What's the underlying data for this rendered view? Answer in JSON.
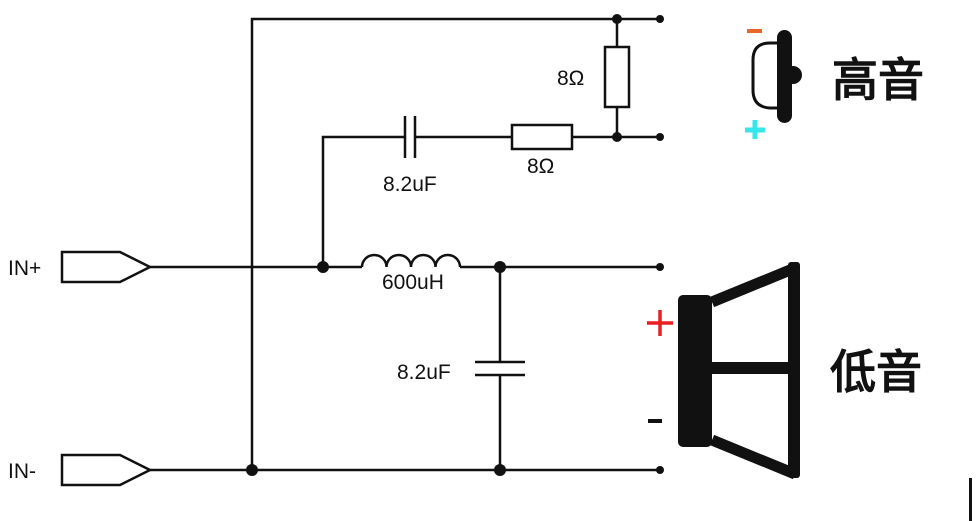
{
  "inputs": {
    "positive": "IN+",
    "negative": "IN-"
  },
  "components": {
    "tweeter_shunt_resistor": "8Ω",
    "tweeter_series_capacitor": "8.2uF",
    "tweeter_series_resistor": "8Ω",
    "woofer_inductor": "600uH",
    "woofer_shunt_capacitor": "8.2uF"
  },
  "speakers": {
    "tweeter": {
      "label": "高音",
      "minus": "-",
      "plus": "+",
      "minus_color": "#e8662a",
      "plus_color": "#35e6ea"
    },
    "woofer": {
      "label": "低音",
      "plus": "+",
      "minus": "-",
      "plus_color": "#e82020",
      "minus_color": "#111111"
    }
  }
}
